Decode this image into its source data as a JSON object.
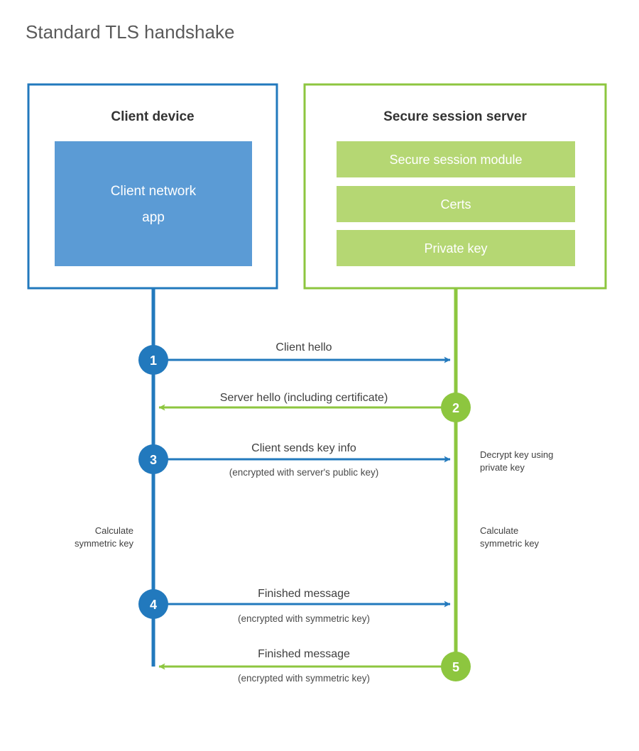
{
  "page": {
    "title": "Standard TLS handshake",
    "background": "#ffffff"
  },
  "colors": {
    "client_blue": "#2279bd",
    "client_app_fill": "#5b9bd5",
    "server_green": "#8dc63f",
    "server_bar_fill": "#b5d773",
    "title_text": "#5a5a5a",
    "body_text": "#3f3f3f"
  },
  "client": {
    "title": "Client device",
    "app_label_line1": "Client network",
    "app_label_line2": "app"
  },
  "server": {
    "title": "Secure session server",
    "items": [
      {
        "label": "Secure session module"
      },
      {
        "label": "Certs"
      },
      {
        "label": "Private key"
      }
    ]
  },
  "steps": [
    {
      "number": "1",
      "direction": "client-to-server",
      "label": "Client hello",
      "sublabel": ""
    },
    {
      "number": "2",
      "direction": "server-to-client",
      "label": "Server hello (including certificate)",
      "sublabel": ""
    },
    {
      "number": "3",
      "direction": "client-to-server",
      "label": "Client sends key info",
      "sublabel": "(encrypted with server's public key)"
    },
    {
      "number": "4",
      "direction": "client-to-server",
      "label": "Finished message",
      "sublabel": "(encrypted with symmetric key)"
    },
    {
      "number": "5",
      "direction": "server-to-client",
      "label": "Finished message",
      "sublabel": "(encrypted with symmetric key)"
    }
  ],
  "annotations": {
    "server_decrypt_line1": "Decrypt key using",
    "server_decrypt_line2": "private key",
    "client_calc_line1": "Calculate",
    "client_calc_line2": "symmetric key",
    "server_calc_line1": "Calculate",
    "server_calc_line2": "symmetric key"
  }
}
